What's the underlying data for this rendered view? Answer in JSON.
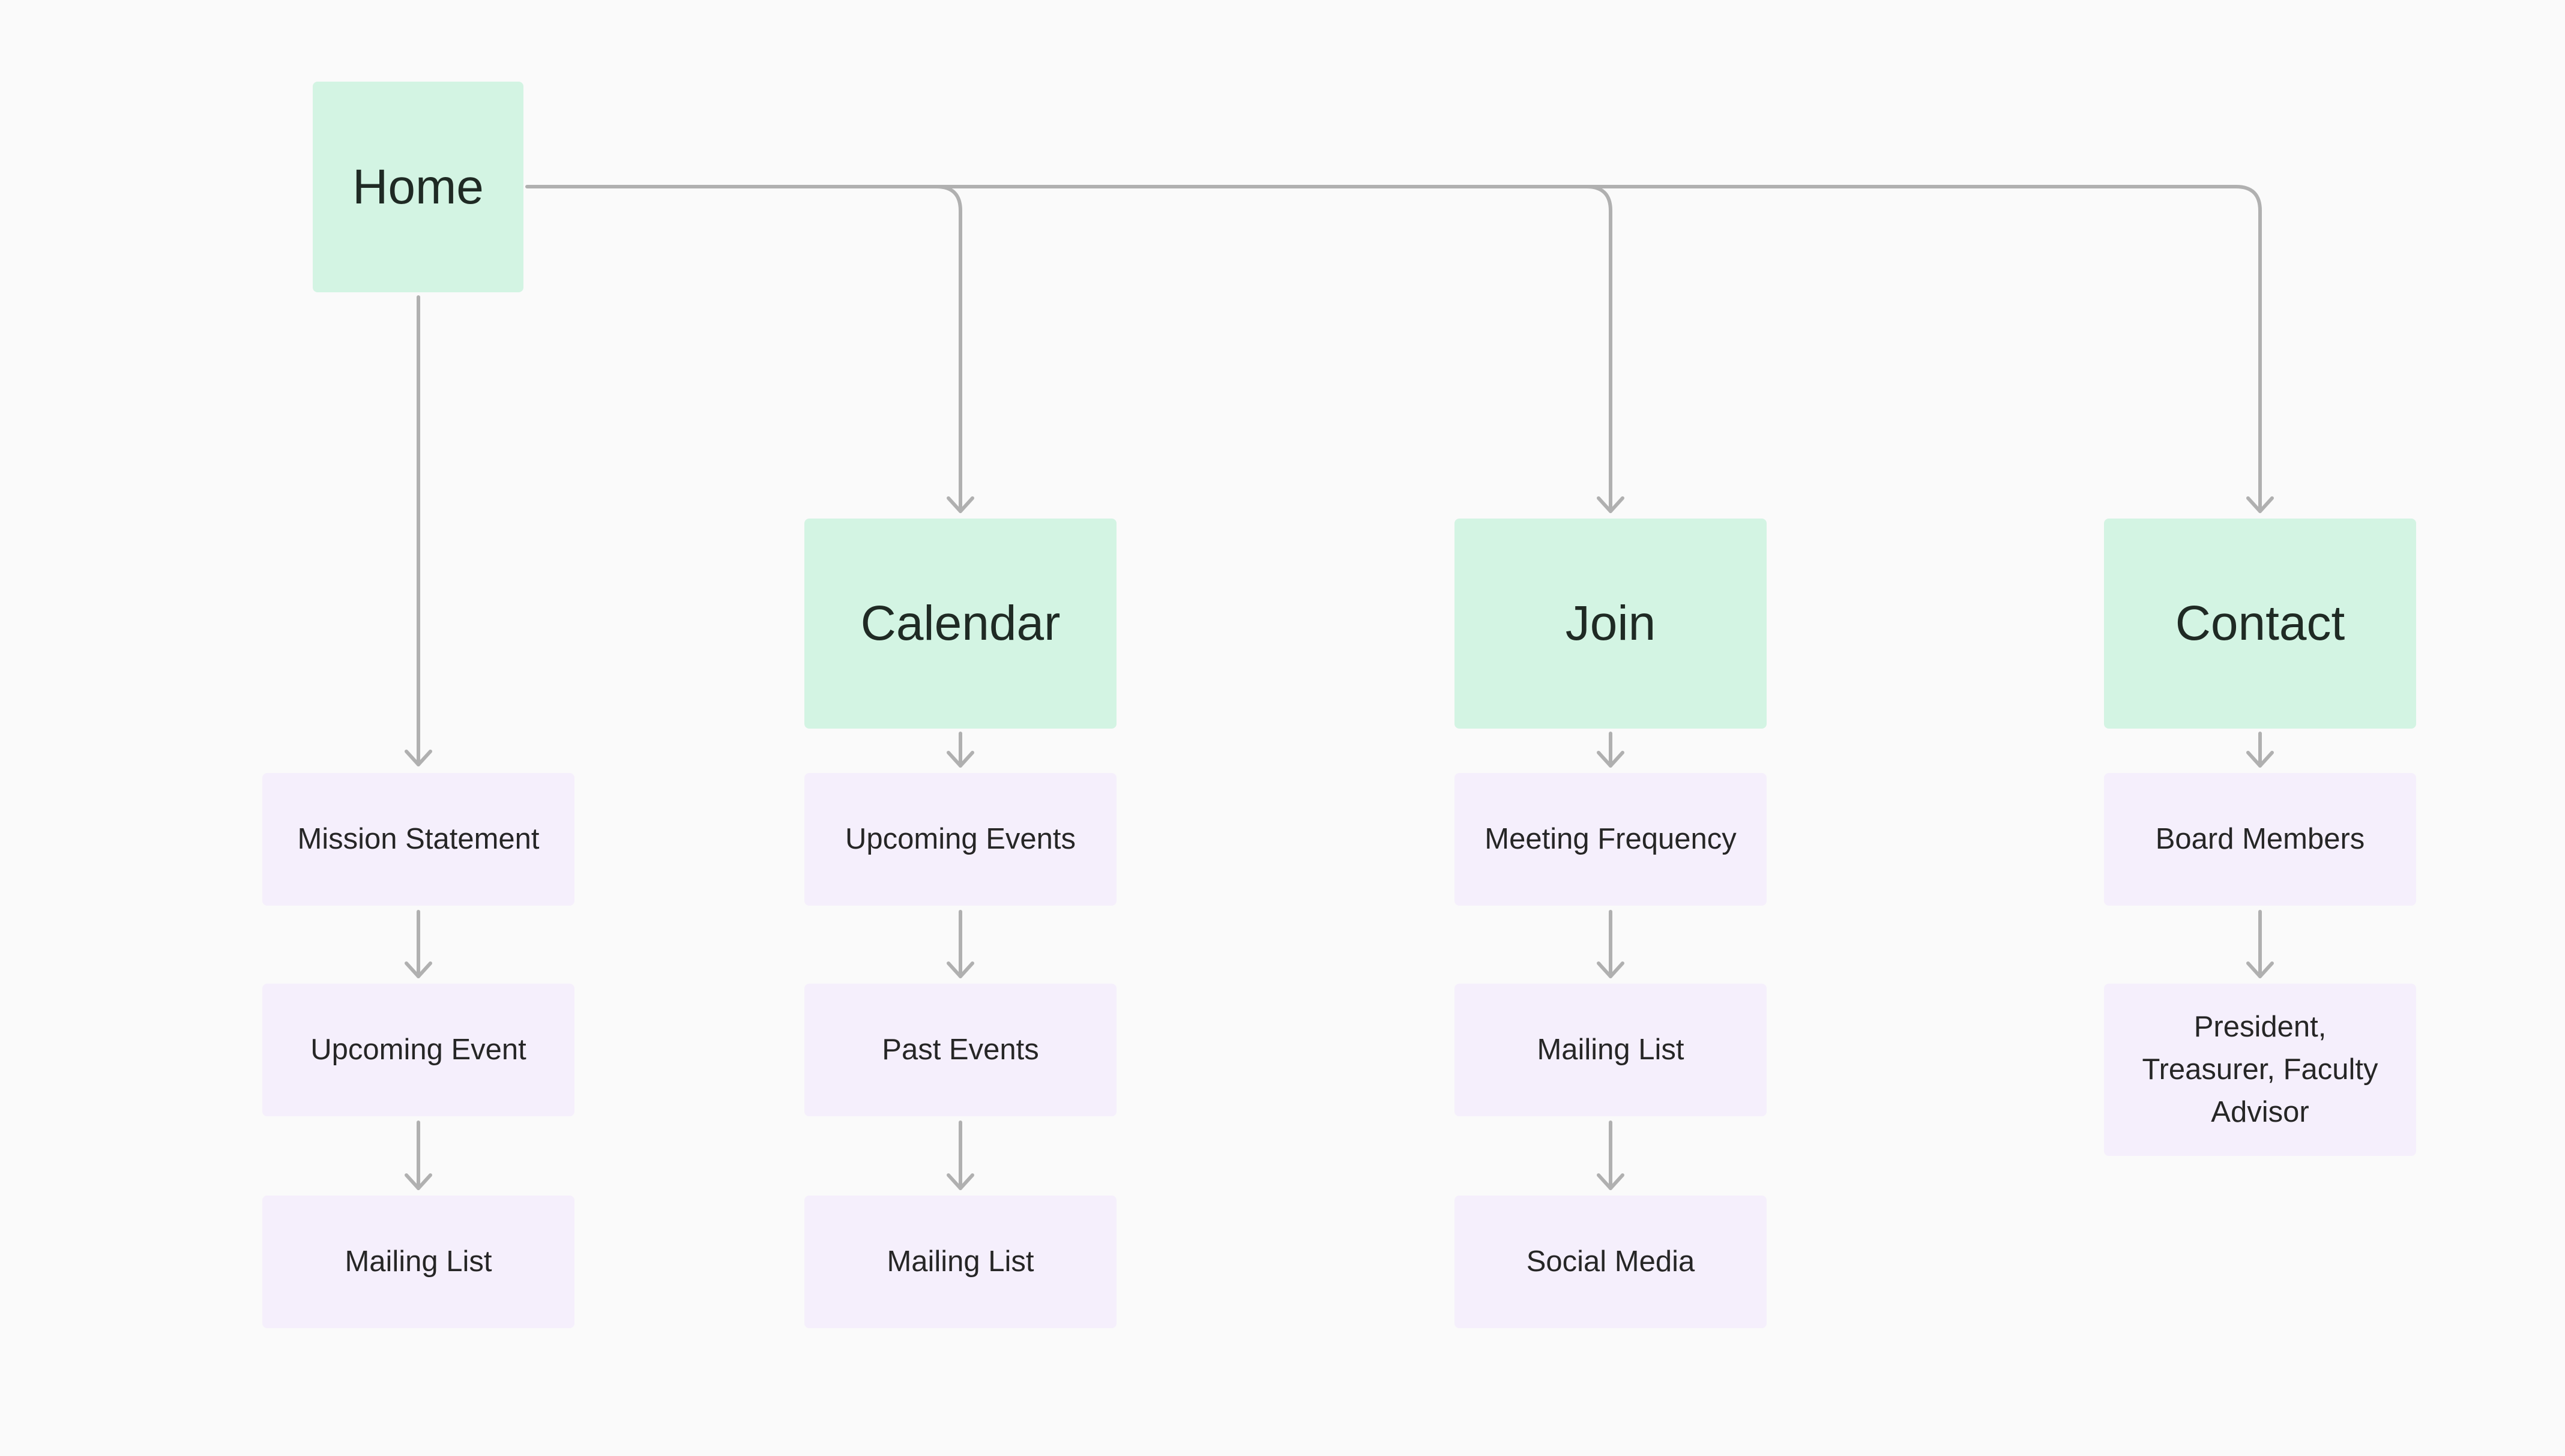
{
  "diagram": {
    "root": {
      "label": "Home"
    },
    "home_children": [
      "Mission Statement",
      "Upcoming Event",
      "Mailing List"
    ],
    "sections": [
      {
        "label": "Calendar",
        "children": [
          "Upcoming Events",
          "Past Events",
          "Mailing List"
        ]
      },
      {
        "label": "Join",
        "children": [
          "Meeting Frequency",
          "Mailing List",
          "Social Media"
        ]
      },
      {
        "label": "Contact",
        "children": [
          "Board Members",
          "President, Treasurer, Faculty Advisor"
        ]
      }
    ]
  },
  "colors": {
    "primary_node": "#d3f4e3",
    "secondary_node": "#f5effc",
    "connector": "#b0b0b0",
    "background": "#fafafa"
  }
}
